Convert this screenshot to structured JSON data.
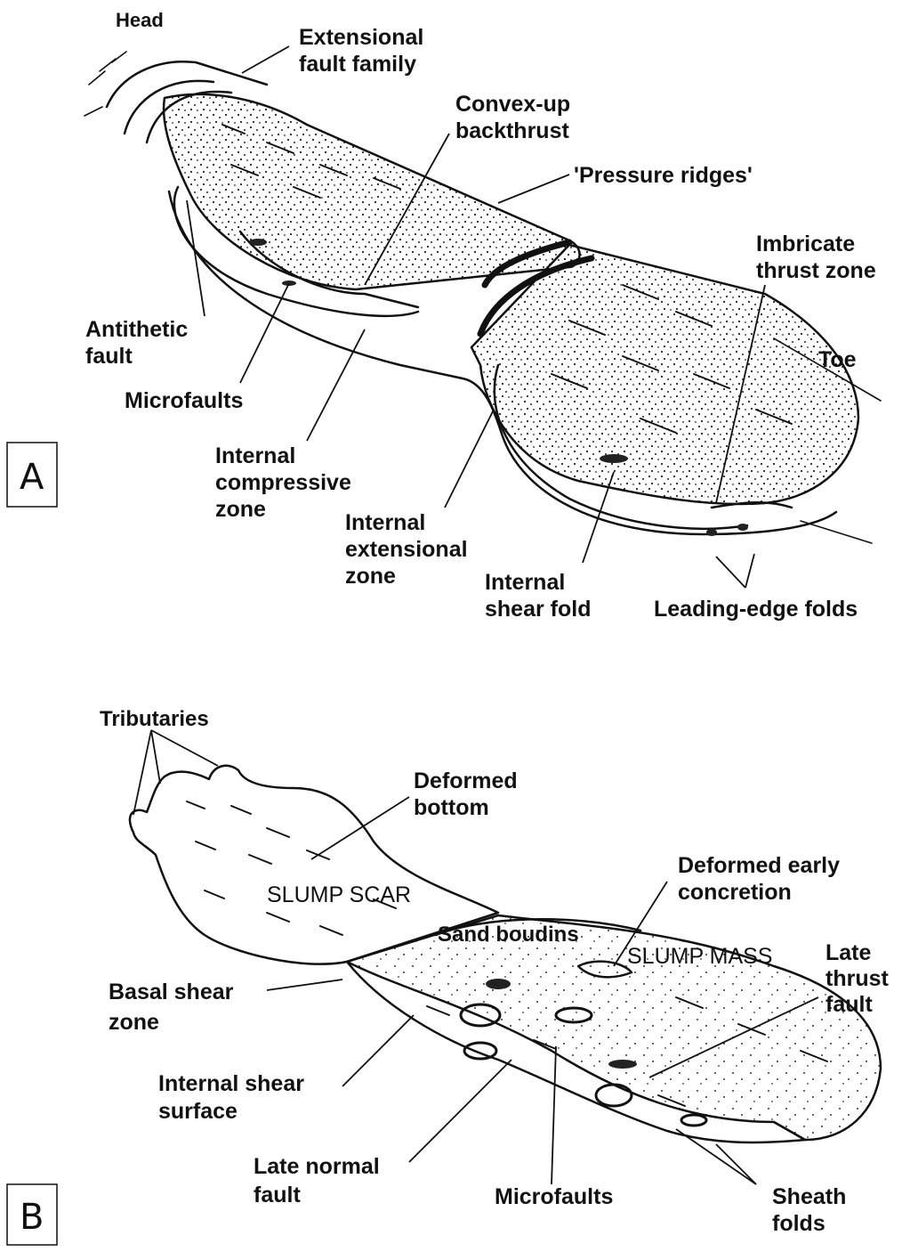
{
  "panel_a": {
    "letter": "A",
    "labels": {
      "head": "Head",
      "extensional_1": "Extensional",
      "extensional_2": "fault family",
      "convex_1": "Convex-up",
      "convex_2": "backthrust",
      "pressure": "'Pressure ridges'",
      "imbricate_1": "Imbricate",
      "imbricate_2": "thrust zone",
      "toe": "Toe",
      "antithetic_1": "Antithetic",
      "antithetic_2": "fault",
      "microfaults": "Microfaults",
      "compressive_1": "Internal",
      "compressive_2": "compressive",
      "compressive_3": "zone",
      "extensional_zone_1": "Internal",
      "extensional_zone_2": "extensional",
      "extensional_zone_3": "zone",
      "shear_fold_1": "Internal",
      "shear_fold_2": "shear fold",
      "leading_edge": "Leading-edge folds"
    }
  },
  "panel_b": {
    "letter": "B",
    "labels": {
      "tributaries": "Tributaries",
      "deformed_bottom_1": "Deformed",
      "deformed_bottom_2": "bottom",
      "deformed_early_1": "Deformed early",
      "deformed_early_2": "concretion",
      "slump_scar": "SLUMP SCAR",
      "sand_boudins": "Sand boudins",
      "slump_mass": "SLUMP MASS",
      "late_thrust_1": "Late",
      "late_thrust_2": "thrust",
      "late_thrust_3": "fault",
      "basal_1": "Basal shear",
      "basal_2": "zone",
      "internal_shear_1": "Internal shear",
      "internal_shear_2": "surface",
      "late_normal_1": "Late normal",
      "late_normal_2": "fault",
      "microfaults": "Microfaults",
      "sheath_1": "Sheath",
      "sheath_2": "folds"
    }
  }
}
